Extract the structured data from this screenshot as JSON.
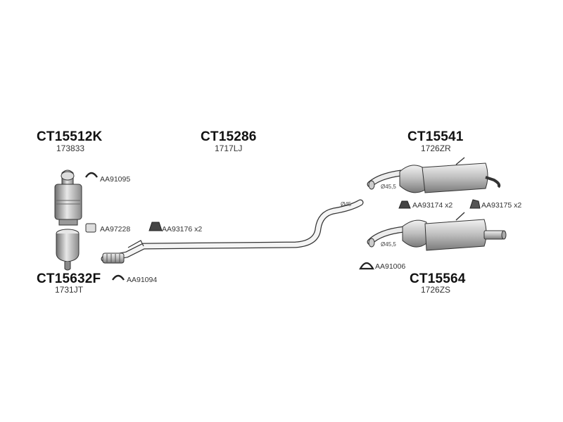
{
  "parts": {
    "cat_upper": {
      "code": "CT15512K",
      "ref": "173833"
    },
    "cat_lower": {
      "code": "CT15632F",
      "ref": "1731JT"
    },
    "mid_pipe": {
      "code": "CT15286",
      "ref": "1717LJ"
    },
    "rear_upper": {
      "code": "CT15541",
      "ref": "1726ZR"
    },
    "rear_lower": {
      "code": "CT15564",
      "ref": "1726ZS"
    }
  },
  "accessories": {
    "clamp_top": "AA91095",
    "gasket": "AA97228",
    "rubber_mount_mid": "AA93176 x2",
    "clamp_bottom": "AA91094",
    "rubber_mount_rear_a": "AA93174 x2",
    "rubber_mount_rear_b": "AA93175 x2",
    "clamp_rear": "AA91006"
  },
  "diameters": {
    "pipe_end": "Ø45",
    "rear_upper_inlet": "Ø45,5",
    "rear_lower_inlet": "Ø45,5"
  }
}
